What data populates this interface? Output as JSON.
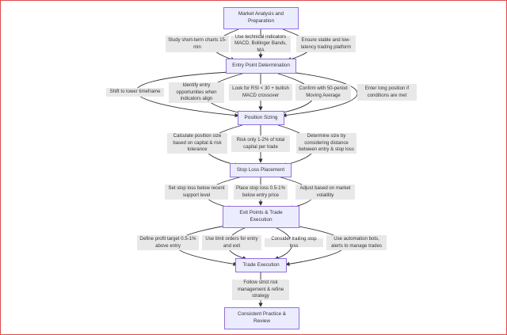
{
  "nodes": {
    "market_analysis": "Market Analysis and\nPreparation",
    "entry_point": "Entry Point Determination",
    "position_sizing": "Position Sizing",
    "stop_loss": "Stop Loss Placement",
    "exit_points": "Exit Points & Trade\nExecution",
    "trade_execution": "Trade Execution",
    "consistent_practice": "Consistent Practice &\nReview"
  },
  "edge_labels": {
    "study_charts": "Study short-term charts 15-\nmin",
    "technical_indicators": "Use technical indicators\nMACD, Bollinger Bands, MA",
    "stable_platform": "Ensure stable and low-\nlatency trading platform",
    "shift_timeframe": "Shift to lower timeframe",
    "identify_entry": "Identify entry\nopportunities when\nindicators align",
    "rsi_macd": "Look for RSI < 30 + bullish\nMACD crossover",
    "confirm_ma": "Confirm with 50-period\nMoving Average",
    "enter_long": "Enter long position if\nconditions are met",
    "calc_size": "Calculate position size\nbased on capital & risk\ntolerance",
    "risk_pct": "Risk only 1-2% of total\ncapital per trade",
    "determine_size": "Determine size by\nconsidering distance\nbetween entry & stop loss",
    "sl_support": "Set stop loss below recent\nsupport level",
    "sl_pct": "Place stop loss 0.5-1%\nbelow entry price",
    "sl_volatility": "Adjust based on market\nvolatility",
    "profit_target": "Define profit target 0.5-1%\nabove entry",
    "limit_orders": "Use limit orders for entry\nand exit",
    "trailing_stop": "Consider trailing stop loss",
    "automation": "Use automation bots,\nalerts to manage trades",
    "strict_risk": "Follow strict risk\nmanagement & refine\nstrategy"
  },
  "colors": {
    "node_fill": "#ececff",
    "node_border": "#9370db",
    "edge": "#333333",
    "label_bg": "#e8e8e8",
    "frame": "#e04a4a"
  }
}
